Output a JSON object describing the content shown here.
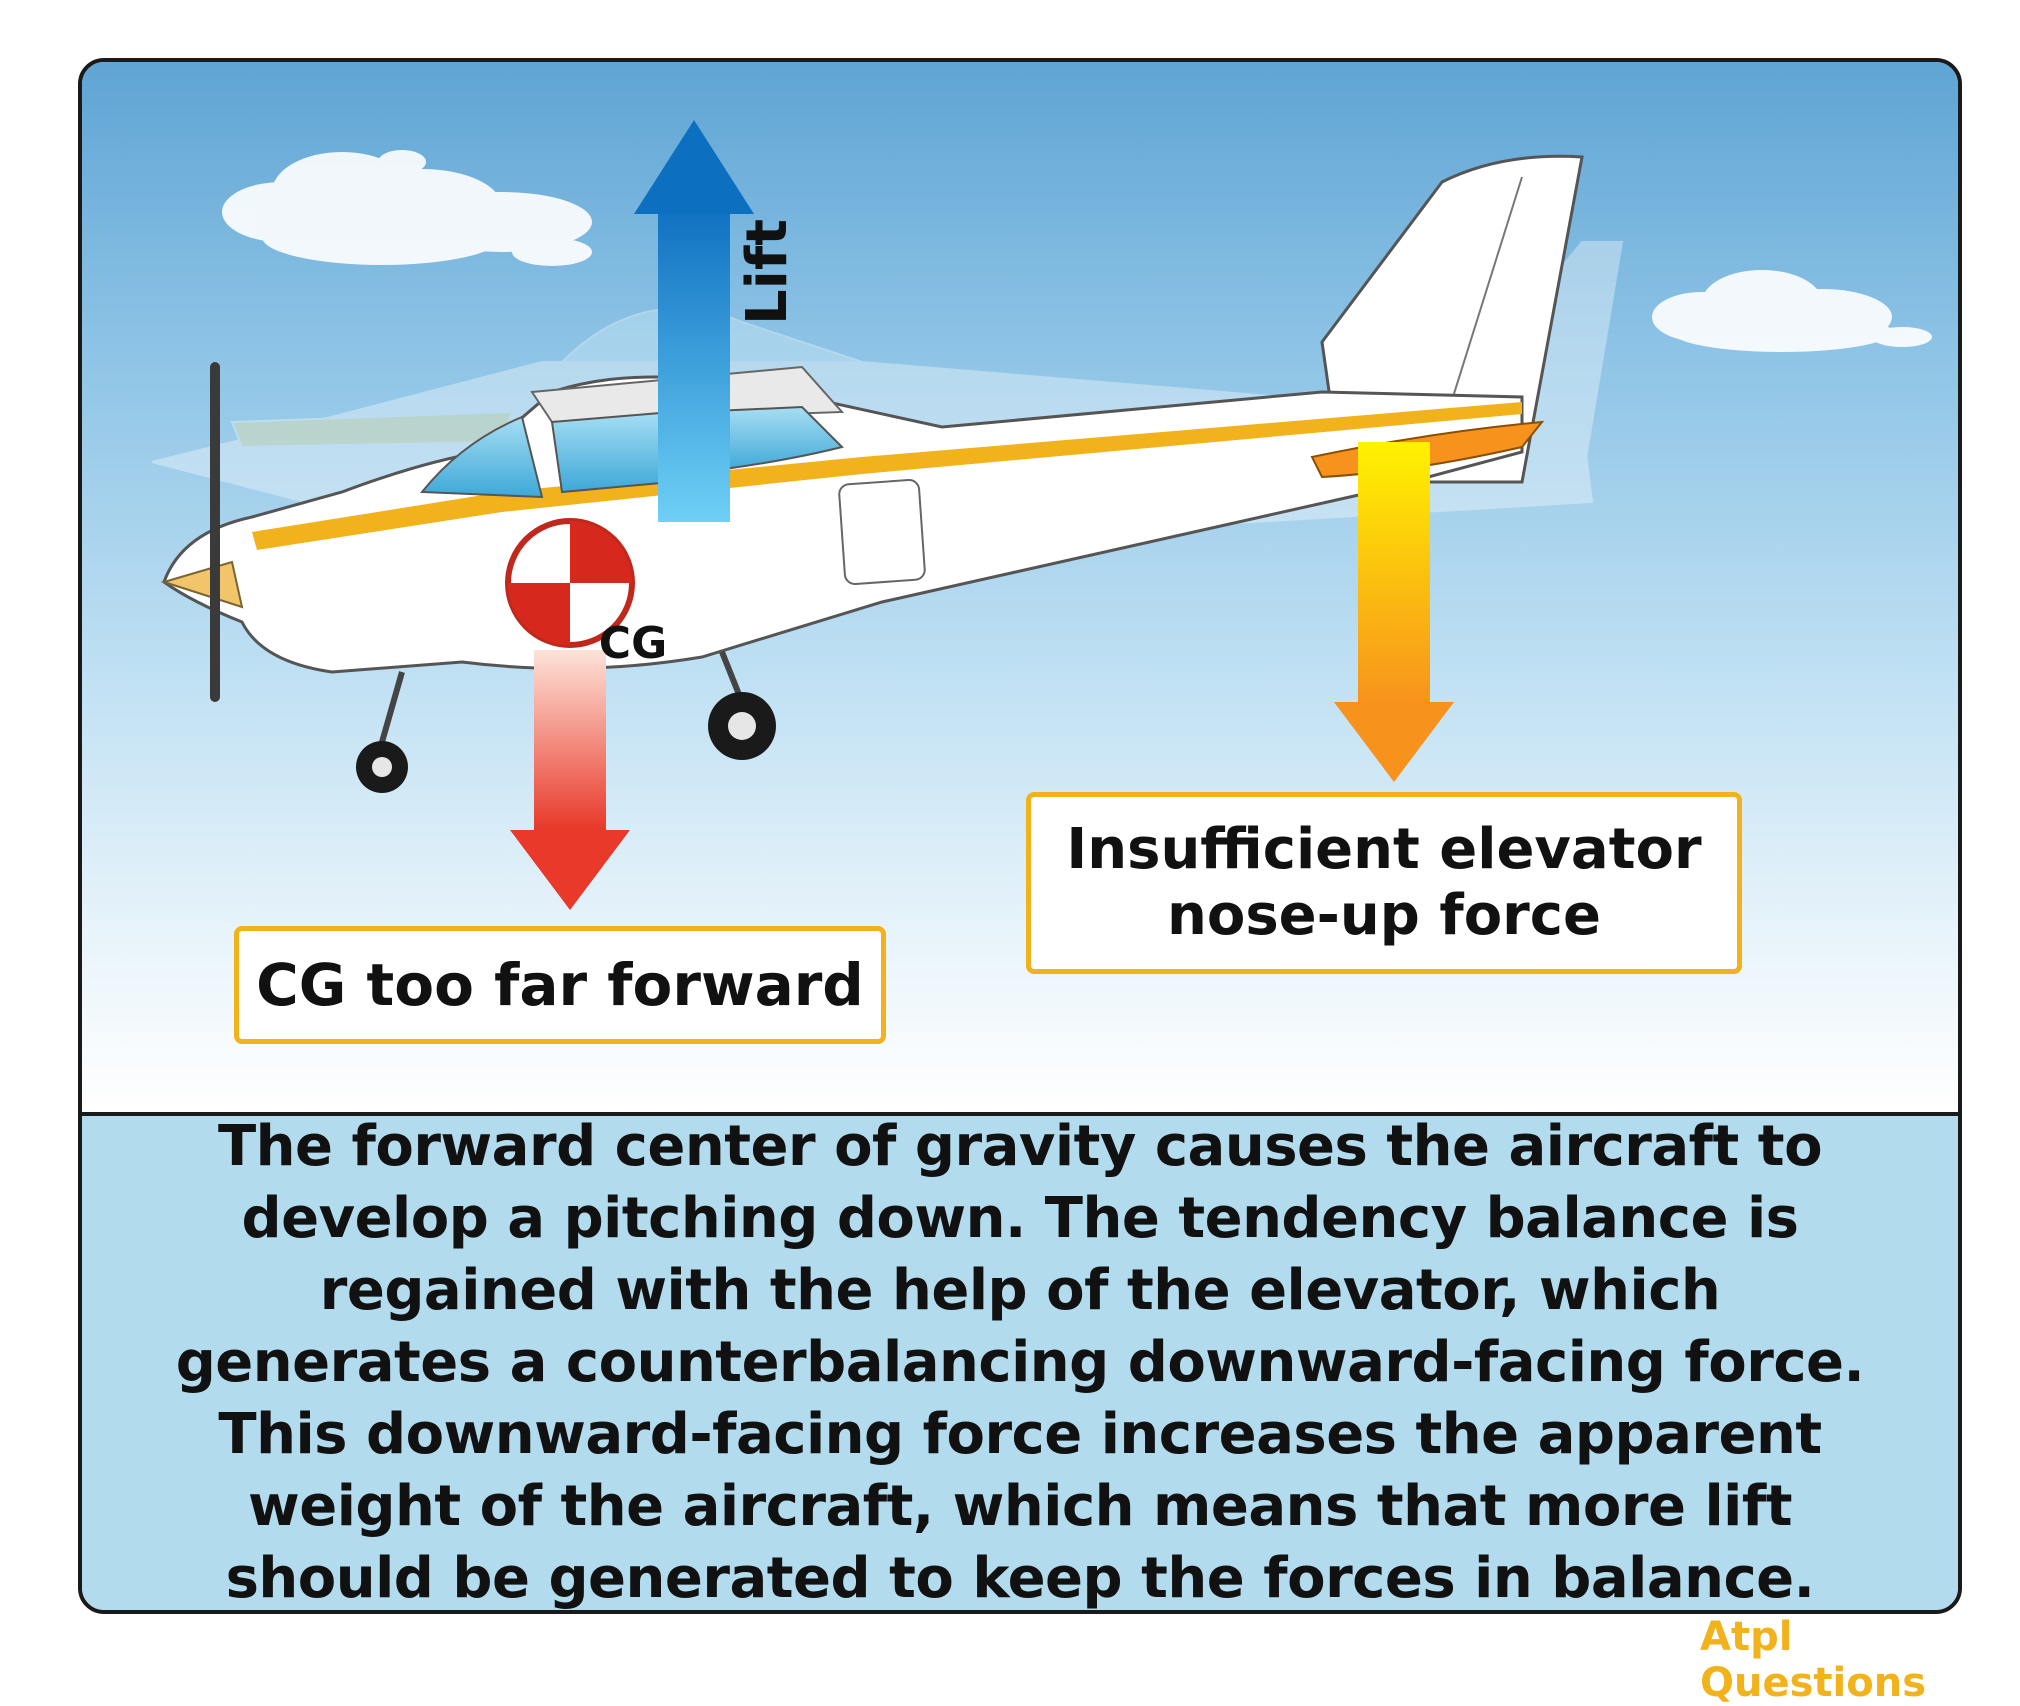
{
  "diagram": {
    "lift_label": "Lift",
    "cg_marker_label": "CG",
    "cg_box_label": "CG too far forward",
    "elevator_box_label": "Insufficient elevator nose-up force"
  },
  "caption": {
    "text": "The forward center of gravity causes the aircraft to develop a pitching down. The tendency balance is regained with the help of the elevator, which generates a counterbalancing downward-facing force. This downward-facing force increases the apparent weight of the aircraft, which means that more lift should be generated to keep the forces in balance."
  },
  "branding": {
    "logo_text": "Atpl Questions"
  },
  "colors": {
    "lift_arrow": "#1b86d4",
    "weight_arrow": "#ea4c3b",
    "elevator_arrow": "#f7a81c",
    "label_border": "#f2b21c",
    "caption_bg": "#b3dbee",
    "stripe": "#f2b21c"
  }
}
